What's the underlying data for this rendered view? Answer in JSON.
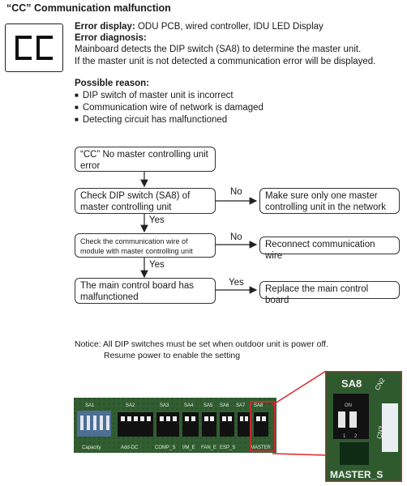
{
  "title": "“CC” Communication malfunction",
  "display_code": "CC",
  "error_display": {
    "label": "Error display:",
    "value": " ODU PCB, wired controller, IDU LED Display"
  },
  "error_diagnosis": {
    "label": "Error diagnosis:",
    "line1": "Mainboard detects the DIP switch (SA8) to determine the master unit.",
    "line2": "If the master unit is not detected a communication error will be displayed."
  },
  "possible_reason": {
    "heading": "Possible reason:",
    "items": [
      "DIP switch of master unit is incorrect",
      "Communication wire of network is damaged",
      "Detecting circuit has malfunctioned"
    ]
  },
  "flow": {
    "start": "“CC” No master controlling unit error",
    "step1": "Check DIP switch (SA8) of master controlling unit",
    "step1_no_action": "Make sure only one master controlling unit in the network",
    "step2": "Check the communication wire of module with master controlling unit",
    "step2_no_action": "Reconnect communication wire",
    "step3": "The main control board has malfunctioned",
    "step3_yes_action": "Replace the main control board",
    "yes": "Yes",
    "no": "No"
  },
  "notice": {
    "line1": "Notice: All DIP switches must be set when outdoor unit is power off.",
    "line2": "Resume power to enable the setting"
  },
  "pcb": {
    "switch_labels": [
      "SA1",
      "SA2",
      "SA3",
      "SA4",
      "SA5",
      "SA6",
      "SA7",
      "SA8"
    ],
    "bottom_labels": [
      "Capacity",
      "Add-DC",
      "COMP_S",
      "I/M_E",
      "FAN_E",
      "ESP_S",
      "MASTER"
    ]
  },
  "zoom": {
    "switch": "SA8",
    "connector_top": "CN2",
    "connector_mid": "CN3",
    "on_mark": "ON",
    "label": "MASTER_S"
  },
  "colors": {
    "highlight": "#d8262c",
    "board": "#2f5a2e",
    "board_dark": "#1f3d21"
  }
}
